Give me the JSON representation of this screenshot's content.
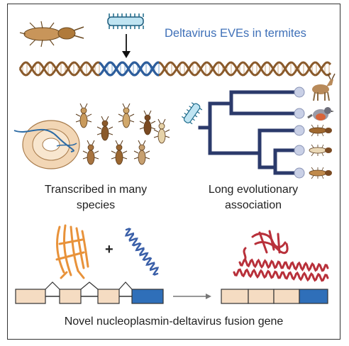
{
  "title": "Deltavirus EVEs in termites",
  "captions": {
    "transcribed": "Transcribed in many species",
    "evolution": "Long evolutionary association",
    "fusion": "Novel nucleoplasmin-deltavirus fusion gene"
  },
  "plus_sign": "+",
  "colors": {
    "dna_brown": "#8a5a2b",
    "dna_blue": "#2c5e9e",
    "tree_navy": "#2b3a6b",
    "exon_tan": "#f5dcc2",
    "exon_blue": "#2f6fb9",
    "title_blue": "#3f70b8",
    "protein_orange": "#e8923a",
    "protein_red": "#b8303a"
  }
}
